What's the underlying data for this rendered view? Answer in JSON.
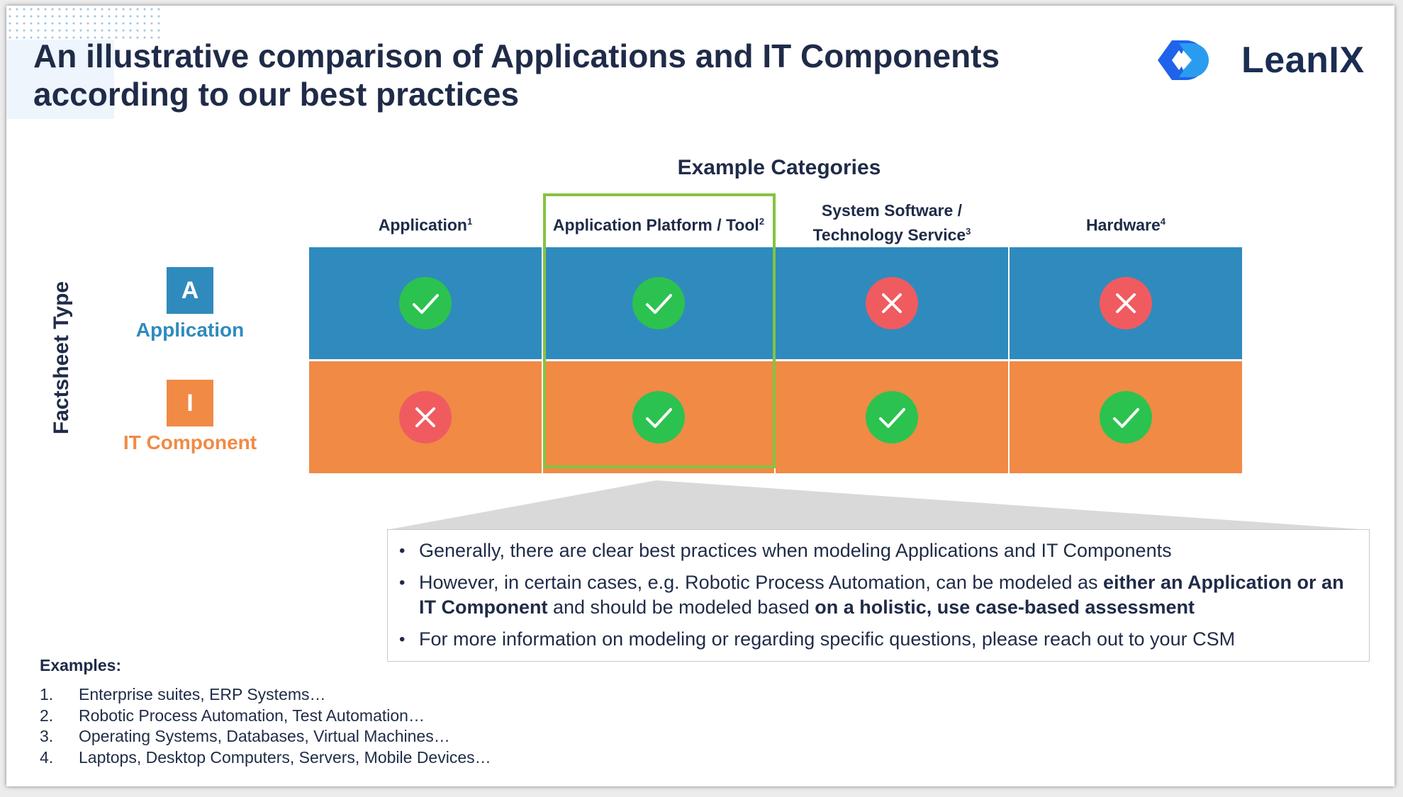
{
  "title": "An illustrative comparison of Applications and IT Components according to our best practices",
  "logo": {
    "text": "LeanIX"
  },
  "categories_title": "Example Categories",
  "columns": [
    {
      "label": "Application",
      "note": "1"
    },
    {
      "label": "Application Platform / Tool",
      "note": "2"
    },
    {
      "label": "System Software / Technology Service",
      "note": "3"
    },
    {
      "label": "Hardware",
      "note": "4"
    }
  ],
  "row_axis_label": "Factsheet Type",
  "rows": [
    {
      "badge": "A",
      "label": "Application",
      "color": "#2f8bbd",
      "label_color": "#2f8bbd",
      "values": [
        "check",
        "check",
        "cross",
        "cross"
      ]
    },
    {
      "badge": "I",
      "label": "IT Component",
      "color": "#f08a45",
      "label_color": "#f08a45",
      "values": [
        "cross",
        "check",
        "check",
        "check"
      ]
    }
  ],
  "colors": {
    "check": "#2cc24f",
    "cross": "#f05b5f",
    "highlight": "#84c341",
    "text": "#1f2b48"
  },
  "callout": {
    "bullets": [
      {
        "parts": [
          {
            "text": "Generally, there are clear best practices when modeling Applications and IT Components",
            "bold": false
          }
        ]
      },
      {
        "parts": [
          {
            "text": "However, in certain cases, e.g. Robotic Process Automation, can be modeled as ",
            "bold": false
          },
          {
            "text": "either an Application or an IT Component",
            "bold": true
          },
          {
            "text": " and should be modeled based ",
            "bold": false
          },
          {
            "text": "on a holistic, use case-based assessment",
            "bold": true
          }
        ]
      },
      {
        "parts": [
          {
            "text": "For more information on modeling or regarding specific questions, please reach out to your CSM",
            "bold": false
          }
        ]
      }
    ]
  },
  "examples": {
    "title": "Examples:",
    "items": [
      {
        "num": "1.",
        "text": "Enterprise suites, ERP Systems…"
      },
      {
        "num": "2.",
        "text": "Robotic Process Automation, Test Automation…"
      },
      {
        "num": "3.",
        "text": "Operating Systems, Databases, Virtual Machines…"
      },
      {
        "num": "4.",
        "text": "Laptops, Desktop Computers, Servers, Mobile Devices…"
      }
    ]
  }
}
